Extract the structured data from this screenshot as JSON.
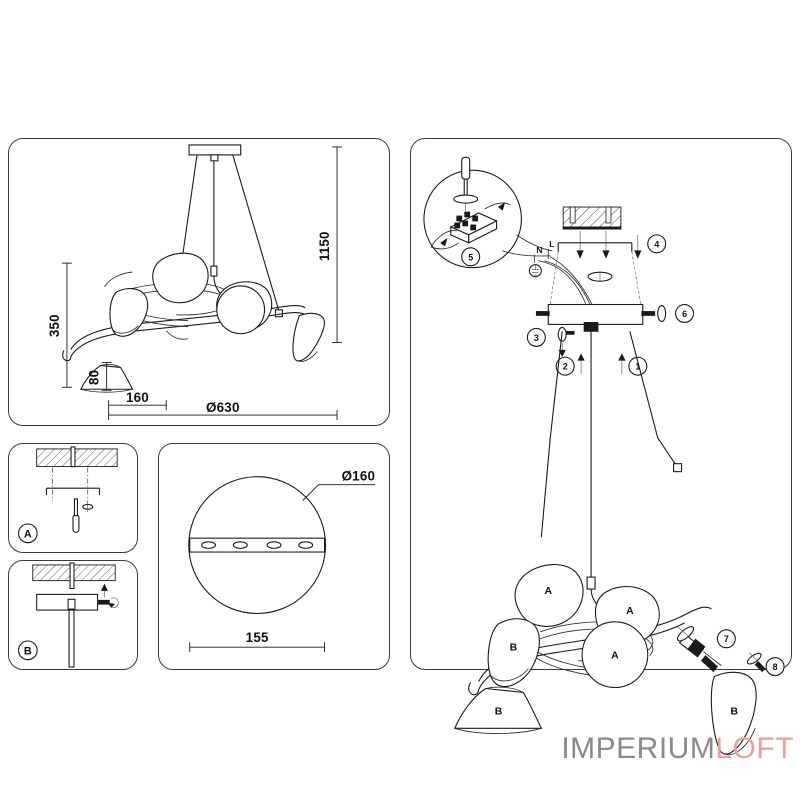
{
  "document": {
    "type": "product-assembly-drawing",
    "product": "pendant chandelier",
    "background": "#ffffff",
    "line_color": "#1a1a1a"
  },
  "brand": {
    "name_part1": "IMPERIUM",
    "name_part2": "LOFT",
    "color_part1": "#8a8a8a",
    "color_part2": "#e8a0a0"
  },
  "panels": {
    "front_view": {
      "name": "front-elevation-view",
      "dimensions": {
        "overall_height": "1150",
        "fixture_height": "350",
        "shade_height": "80",
        "shade_width": "160",
        "overall_diameter": "Ø630"
      }
    },
    "detail_a": {
      "name": "ceiling-bracket-install-detail",
      "label": "A"
    },
    "detail_b": {
      "name": "canopy-fixing-detail",
      "label": "B"
    },
    "canopy_view": {
      "name": "canopy-plan-view",
      "diameter": "Ø160",
      "bracket_length": "155",
      "slot_count": 4
    },
    "assembly": {
      "name": "exploded-assembly-view",
      "callouts": [
        {
          "id": "1",
          "name": "callout-1-suspension-cable"
        },
        {
          "id": "2",
          "name": "callout-2-cable-adjust"
        },
        {
          "id": "3",
          "name": "callout-3-canopy-setscrew"
        },
        {
          "id": "4",
          "name": "callout-4-ceiling-anchor"
        },
        {
          "id": "5",
          "name": "callout-5-terminal-block"
        },
        {
          "id": "6",
          "name": "callout-6-canopy-cap"
        },
        {
          "id": "7",
          "name": "callout-7-lamp-bulb"
        },
        {
          "id": "8",
          "name": "callout-8-shade-screw"
        }
      ],
      "wire_labels": [
        "N",
        "L"
      ],
      "shade_labels": {
        "type_a": "A",
        "type_b": "B"
      },
      "shade_a_positions": 3,
      "shade_b_positions": 3
    }
  }
}
